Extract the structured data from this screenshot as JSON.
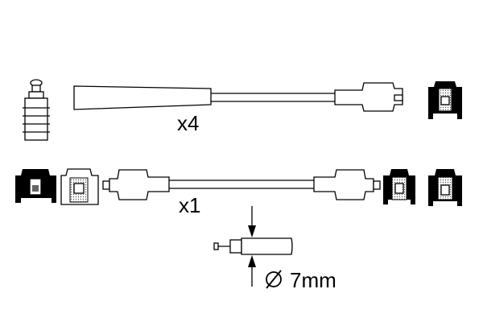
{
  "labels": {
    "qty_top": "x4",
    "qty_bottom": "x1",
    "diameter": "7mm",
    "diameter_symbol": "∅"
  },
  "colors": {
    "line": "#000000",
    "background": "#ffffff"
  }
}
